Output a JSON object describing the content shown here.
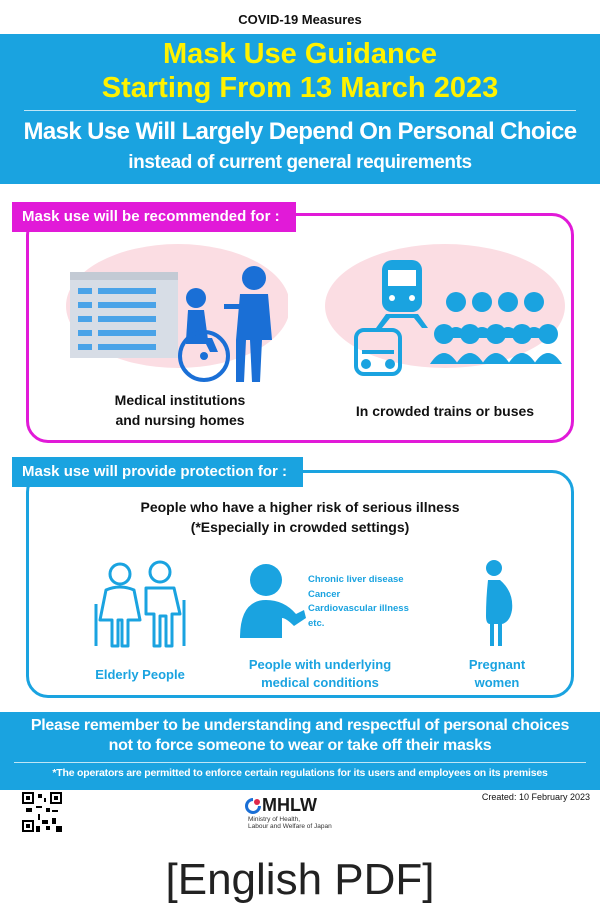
{
  "header": {
    "top_label": "COVID-19 Measures",
    "title_line1": "Mask Use Guidance",
    "title_line2": "Starting From 13 March 2023",
    "subtitle_line1": "Mask Use Will Largely Depend On Personal Choice",
    "subtitle_line2": "instead of current general requirements"
  },
  "recommended": {
    "tag": "Mask use will be recommended  for :",
    "medical_line1": "Medical institutions",
    "medical_line2": "and nursing homes",
    "transport": "In crowded trains or buses"
  },
  "protection": {
    "tag": "Mask use will provide protection for :",
    "intro_line1": "People who have a higher risk of serious illness",
    "intro_line2": "(*Especially in crowded settings)",
    "conditions": [
      "Chronic liver disease",
      "Cancer",
      "Cardiovascular illness",
      "etc."
    ],
    "elderly": "Elderly People",
    "underlying_line1": "People with underlying",
    "underlying_line2": "medical conditions",
    "pregnant_line1": "Pregnant",
    "pregnant_line2": "women"
  },
  "footer": {
    "remember_line1": "Please remember to be understanding and respectful of personal choices",
    "remember_line2": "not to force someone to wear or take off their masks",
    "note": "*The operators are permitted to enforce certain regulations for its users and employees on its premises",
    "created": "Created: 10 February 2023",
    "logo": "MHLW",
    "ministry_line1": "Ministry of Health,",
    "ministry_line2": "Labour and Welfare of Japan"
  },
  "pdf_label": "[English PDF]",
  "colors": {
    "blue": "#1aa3e0",
    "magenta": "#e11ad8",
    "yellow": "#fff200",
    "pink": "#fbdde3"
  }
}
